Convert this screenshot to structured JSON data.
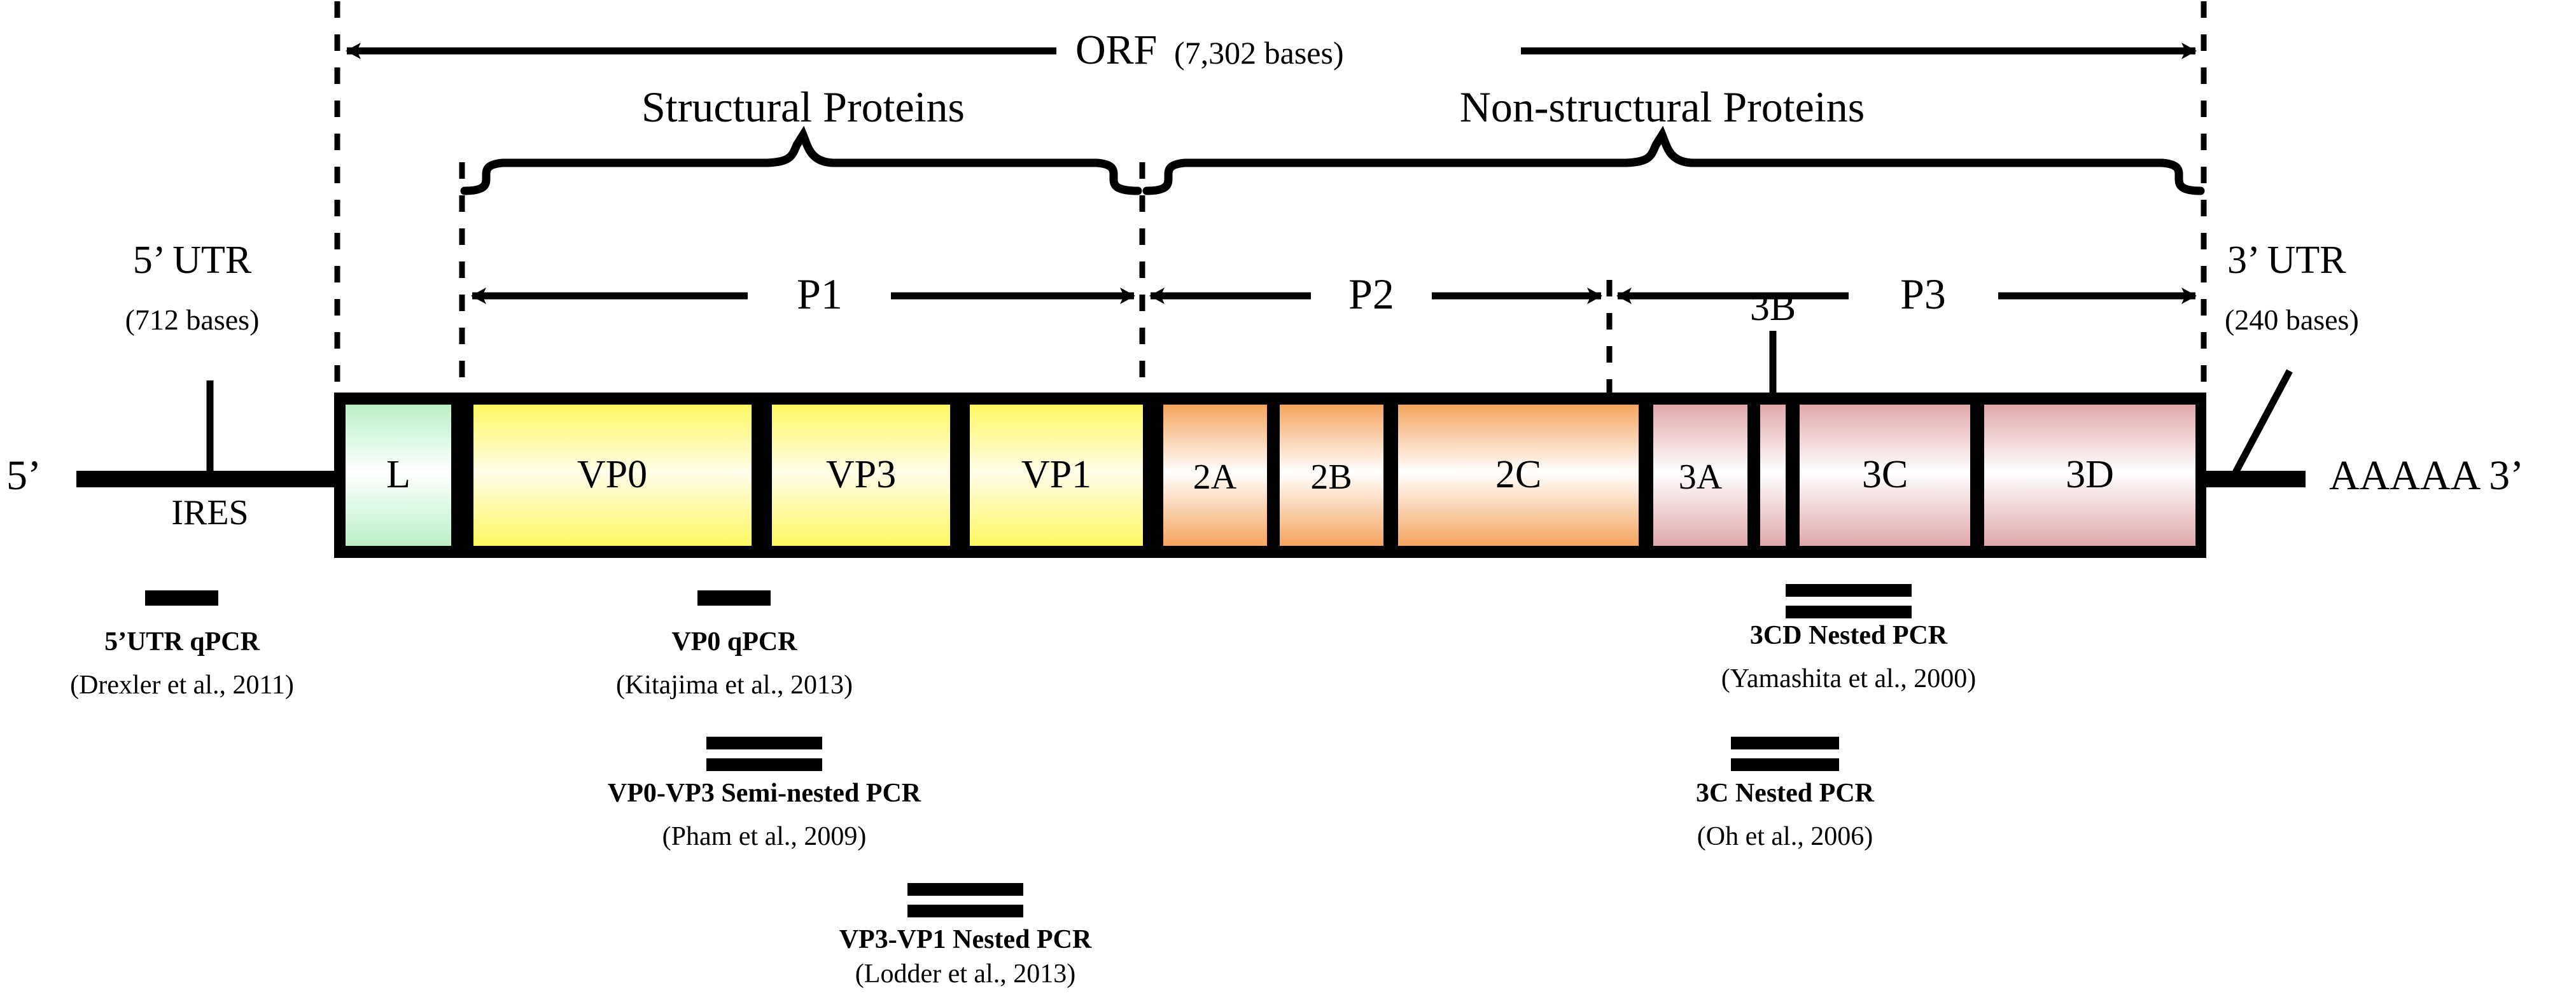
{
  "diagram": {
    "title_orf": "ORF",
    "orf_bases": "(7,302 bases)",
    "structural_label": "Structural Proteins",
    "nonstructural_label": "Non-structural Proteins",
    "p1_label": "P1",
    "p2_label": "P2",
    "p3_label": "P3",
    "utr5_label": "5’ UTR",
    "utr5_bases": "(712 bases)",
    "utr3_label": "3’ UTR",
    "utr3_bases": "(240 bases)",
    "five_prime": "5’",
    "three_prime_tail": "AAAAA 3’",
    "ires_label": "IRES",
    "label_3b": "3B"
  },
  "genes": [
    {
      "name": "L",
      "label": "L",
      "color": "#b9f0c8"
    },
    {
      "name": "VP0",
      "label": "VP0",
      "color": "#fcf860"
    },
    {
      "name": "VP3",
      "label": "VP3",
      "color": "#fcf860"
    },
    {
      "name": "VP1",
      "label": "VP1",
      "color": "#fcf860"
    },
    {
      "name": "2A",
      "label": "2A",
      "color": "#f5a45e"
    },
    {
      "name": "2B",
      "label": "2B",
      "color": "#f5a45e"
    },
    {
      "name": "2C",
      "label": "2C",
      "color": "#f5a45e"
    },
    {
      "name": "3A",
      "label": "3A",
      "color": "#e0a8ab"
    },
    {
      "name": "3B",
      "label": "",
      "color": "#e0a8ab"
    },
    {
      "name": "3C",
      "label": "3C",
      "color": "#e0a8ab"
    },
    {
      "name": "3D",
      "label": "3D",
      "color": "#e0a8ab"
    }
  ],
  "assays": [
    {
      "marker": "single",
      "name": "5’UTR qPCR",
      "citation": "(Drexler et al., 2011)"
    },
    {
      "marker": "single",
      "name": "VP0 qPCR",
      "citation": "(Kitajima et al., 2013)"
    },
    {
      "marker": "double",
      "name": "VP0-VP3 Semi-nested PCR",
      "citation": "(Pham et al., 2009)"
    },
    {
      "marker": "double",
      "name": "VP3-VP1 Nested PCR",
      "citation": "(Lodder et al., 2013)"
    },
    {
      "marker": "double",
      "name": "3CD Nested PCR",
      "citation": "(Yamashita et al., 2000)"
    },
    {
      "marker": "double",
      "name": "3C Nested PCR",
      "citation": "(Oh et al., 2006)"
    }
  ],
  "colors": {
    "stroke": "#000000",
    "background": "#ffffff",
    "structural_fill": "#fcf860",
    "leader_fill": "#b9f0c8",
    "p2_fill": "#f5a45e",
    "p3_fill": "#e0a8ab"
  }
}
